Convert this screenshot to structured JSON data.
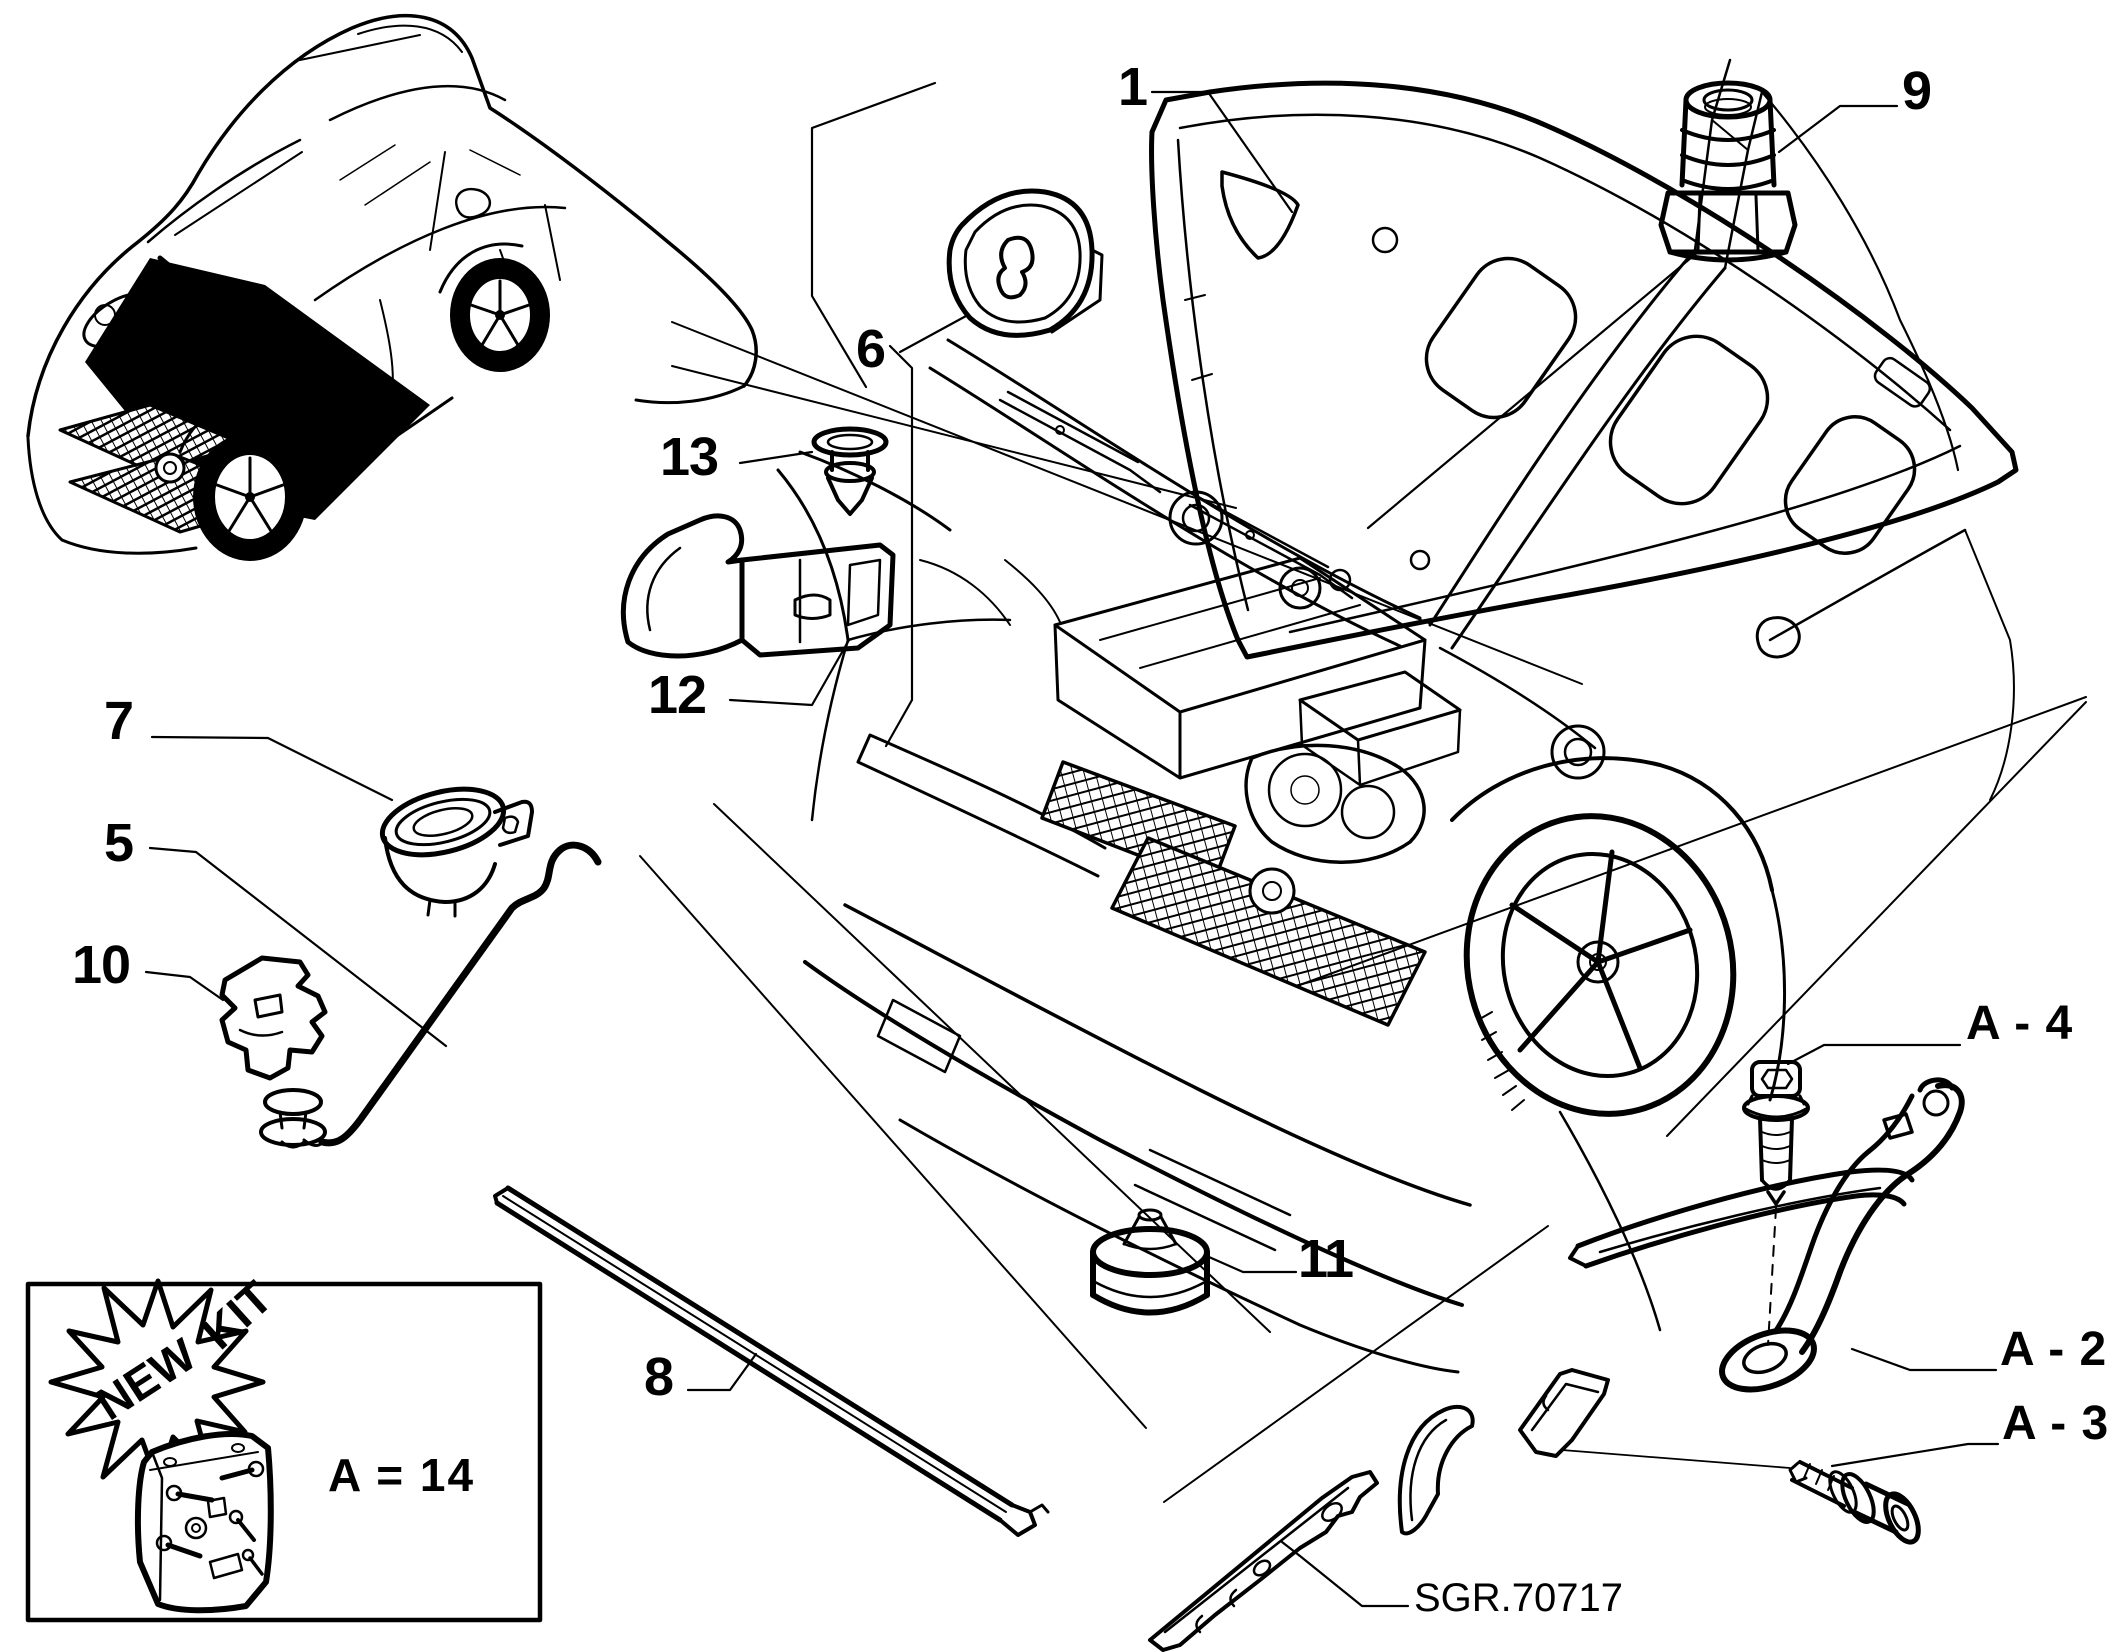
{
  "diagram": {
    "reference_code": "SGR.70717",
    "kit_box": {
      "badge_word_1": "NEW",
      "badge_word_2": "KIT",
      "equation": "A = 14"
    },
    "callouts": {
      "c1": "1",
      "c5": "5",
      "c6": "6",
      "c7": "7",
      "c8": "8",
      "c9": "9",
      "c10": "10",
      "c11": "11",
      "c12": "12",
      "c13": "13",
      "a2": "A - 2",
      "a3": "A - 3",
      "a4": "A - 4"
    }
  }
}
